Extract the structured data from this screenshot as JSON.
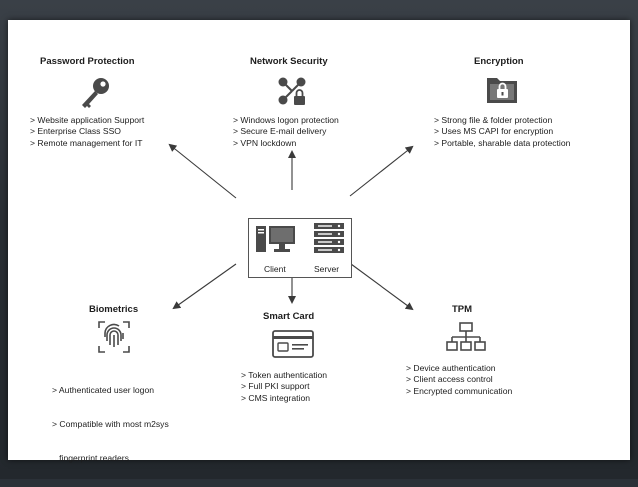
{
  "center": {
    "client_label": "Client",
    "server_label": "Server",
    "client_icon": "desktop-computer-icon",
    "server_icon": "server-rack-icon"
  },
  "nodes": {
    "password": {
      "title": "Password Protection",
      "icon": "key-icon",
      "items": [
        "> Website application Support",
        "> Enterprise Class SSO",
        "> Remote management for IT"
      ]
    },
    "network": {
      "title": "Network Security",
      "icon": "network-nodes-lock-icon",
      "items": [
        "> Windows logon protection",
        "> Secure E-mail delivery",
        "> VPN lockdown"
      ]
    },
    "encryption": {
      "title": "Encryption",
      "icon": "folder-lock-icon",
      "items": [
        "> Strong file & folder protection",
        "> Uses MS CAPI for encryption",
        "> Portable, sharable data protection"
      ]
    },
    "biometrics": {
      "title": "Biometrics",
      "icon": "fingerprint-icon",
      "items": [
        "> Authenticated user logon",
        "> Compatible with most m2sys",
        "   fingerprint readers"
      ]
    },
    "smartcard": {
      "title": "Smart Card",
      "icon": "smart-card-icon",
      "items": [
        "> Token authentication",
        "> Full PKI support",
        "> CMS integration"
      ]
    },
    "tpm": {
      "title": "TPM",
      "icon": "tpm-hierarchy-icon",
      "items": [
        "> Device authentication",
        "> Client access control",
        "> Encrypted communication"
      ]
    }
  },
  "colors": {
    "frame": "#2b3138",
    "slide": "#ffffff",
    "ink": "#1d1d1d",
    "icon": "#4a4a4a"
  }
}
